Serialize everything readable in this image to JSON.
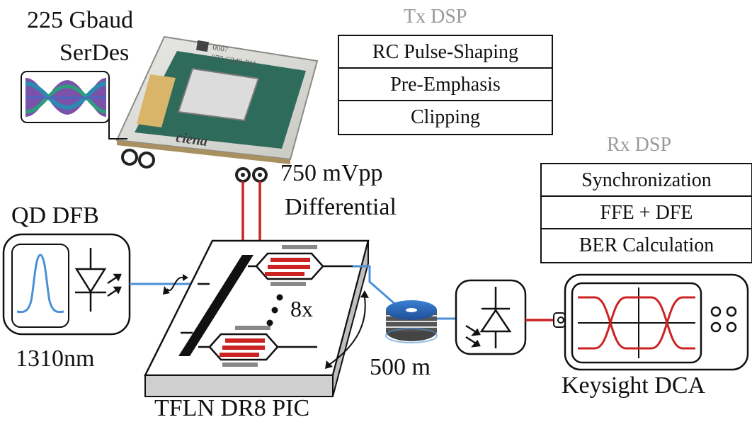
{
  "serdes": {
    "line1": "225 Gbaud",
    "line2": "SerDes",
    "chip_id1": "0007",
    "chip_id2": "077-C240-P11",
    "brand": "ciena"
  },
  "tx_dsp": {
    "title": "Tx DSP",
    "rows": [
      "RC Pulse-Shaping",
      "Pre-Emphasis",
      "Clipping"
    ]
  },
  "rx_dsp": {
    "title": "Rx DSP",
    "rows": [
      "Synchronization",
      "FFE + DFE",
      "BER Calculation"
    ]
  },
  "drive": {
    "line1": "750 mVpp",
    "line2": "Differential"
  },
  "laser": {
    "name": "QD DFB",
    "wavelength": "1310nm"
  },
  "pic": {
    "name": "TFLN DR8 PIC",
    "multiplicity": "8x"
  },
  "fiber": {
    "length": "500 m"
  },
  "scope": {
    "name": "Keysight DCA"
  },
  "colors": {
    "optical": "#4a90d9",
    "electrical": "#cc2222",
    "outline": "#111111",
    "title_gray": "#9a9a9a"
  }
}
